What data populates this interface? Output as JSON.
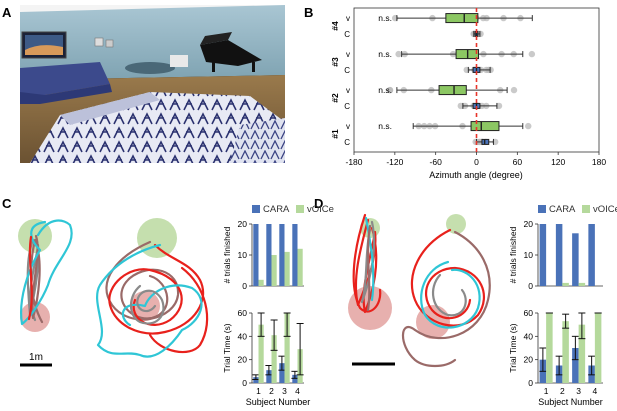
{
  "panels": {
    "A": "A",
    "B": "B",
    "C": "C",
    "D": "D"
  },
  "chart_data": [
    {
      "id": "B",
      "type": "box",
      "orientation": "horizontal",
      "xlabel": "Azimuth angle (degree)",
      "xlim": [
        -180,
        180
      ],
      "xticks": [
        -180,
        -120,
        -60,
        0,
        60,
        120,
        180
      ],
      "zero_line": true,
      "subjects": [
        {
          "label": "#4",
          "ns": "n.s.",
          "v": {
            "label": "v",
            "color": "#8cc763",
            "min": -117,
            "q1": -45,
            "median": -18,
            "q3": 2,
            "max": 82
          },
          "C": {
            "label": "C",
            "color": "#4a72b8",
            "min": -4,
            "q1": -2,
            "median": 0,
            "q3": 2,
            "max": 5
          }
        },
        {
          "label": "#3",
          "ns": "n.s.",
          "v": {
            "label": "v",
            "color": "#8cc763",
            "min": -110,
            "q1": -30,
            "median": -13,
            "q3": 3,
            "max": 68
          },
          "C": {
            "label": "C",
            "color": "#4a72b8",
            "min": -12,
            "q1": -5,
            "median": 0,
            "q3": 5,
            "max": 20
          }
        },
        {
          "label": "#2",
          "ns": "n.s.",
          "v": {
            "label": "v",
            "color": "#8cc763",
            "min": -117,
            "q1": -55,
            "median": -33,
            "q3": -15,
            "max": 45
          },
          "C": {
            "label": "C",
            "color": "#4a72b8",
            "min": -20,
            "q1": -5,
            "median": 0,
            "q3": 5,
            "max": 30
          }
        },
        {
          "label": "#1",
          "ns": "n.s.",
          "v": {
            "label": "v",
            "color": "#8cc763",
            "min": -93,
            "q1": -8,
            "median": 7,
            "q3": 33,
            "max": 68
          },
          "C": {
            "label": "C",
            "color": "#4a72b8",
            "min": 0,
            "q1": 8,
            "median": 12,
            "q3": 18,
            "max": 25
          }
        }
      ]
    },
    {
      "id": "C-trials",
      "type": "bar",
      "ylabel": "# trials finished",
      "ylim": [
        0,
        20
      ],
      "yticks": [
        0,
        10,
        20
      ],
      "categories": [
        "1",
        "2",
        "3",
        "4"
      ],
      "series": [
        {
          "name": "CARA",
          "color": "#4a72b8",
          "values": [
            20,
            20,
            20,
            20
          ]
        },
        {
          "name": "vOICe",
          "color": "#b5d99c",
          "values": [
            2,
            10,
            11,
            12
          ]
        }
      ]
    },
    {
      "id": "C-time",
      "type": "bar",
      "ylabel": "Trial Time (s)",
      "xlabel": "Subject Number",
      "ylim": [
        0,
        60
      ],
      "yticks": [
        0,
        20,
        40,
        60
      ],
      "categories": [
        "1",
        "2",
        "3",
        "4"
      ],
      "series": [
        {
          "name": "CARA",
          "color": "#4a72b8",
          "values": [
            5,
            11,
            17,
            7
          ],
          "err": [
            2,
            4,
            6,
            3
          ]
        },
        {
          "name": "vOICe",
          "color": "#b5d99c",
          "values": [
            50,
            41,
            60,
            29
          ],
          "err": [
            10,
            13,
            20,
            22
          ]
        }
      ]
    },
    {
      "id": "D-trials",
      "type": "bar",
      "ylabel": "# trials finished",
      "ylim": [
        0,
        20
      ],
      "yticks": [
        0,
        10,
        20
      ],
      "categories": [
        "1",
        "2",
        "3",
        "4"
      ],
      "series": [
        {
          "name": "CARA",
          "color": "#4a72b8",
          "values": [
            20,
            20,
            17,
            20
          ]
        },
        {
          "name": "vOICe",
          "color": "#b5d99c",
          "values": [
            0,
            1,
            1,
            0
          ]
        }
      ]
    },
    {
      "id": "D-time",
      "type": "bar",
      "ylabel": "Trial Time (s)",
      "xlabel": "Subject Number",
      "ylim": [
        0,
        60
      ],
      "yticks": [
        0,
        20,
        40,
        60
      ],
      "categories": [
        "1",
        "2",
        "3",
        "4"
      ],
      "series": [
        {
          "name": "CARA",
          "color": "#4a72b8",
          "values": [
            20,
            15,
            30,
            15
          ],
          "err": [
            10,
            8,
            10,
            8
          ]
        },
        {
          "name": "vOICe",
          "color": "#b5d99c",
          "values": [
            60,
            53,
            50,
            60
          ],
          "err": [
            0,
            6,
            12,
            0
          ]
        }
      ]
    }
  ],
  "scale_bar": {
    "C": "1m"
  },
  "colors": {
    "path_red": "#e8211c",
    "path_brown": "#9a6a68",
    "path_cyan": "#2fc6d6",
    "path_gray": "#8a8a8a",
    "start_circle": "#c5dfae",
    "goal_circle": "#e7b0ae",
    "zero_line": "#e8352b"
  }
}
